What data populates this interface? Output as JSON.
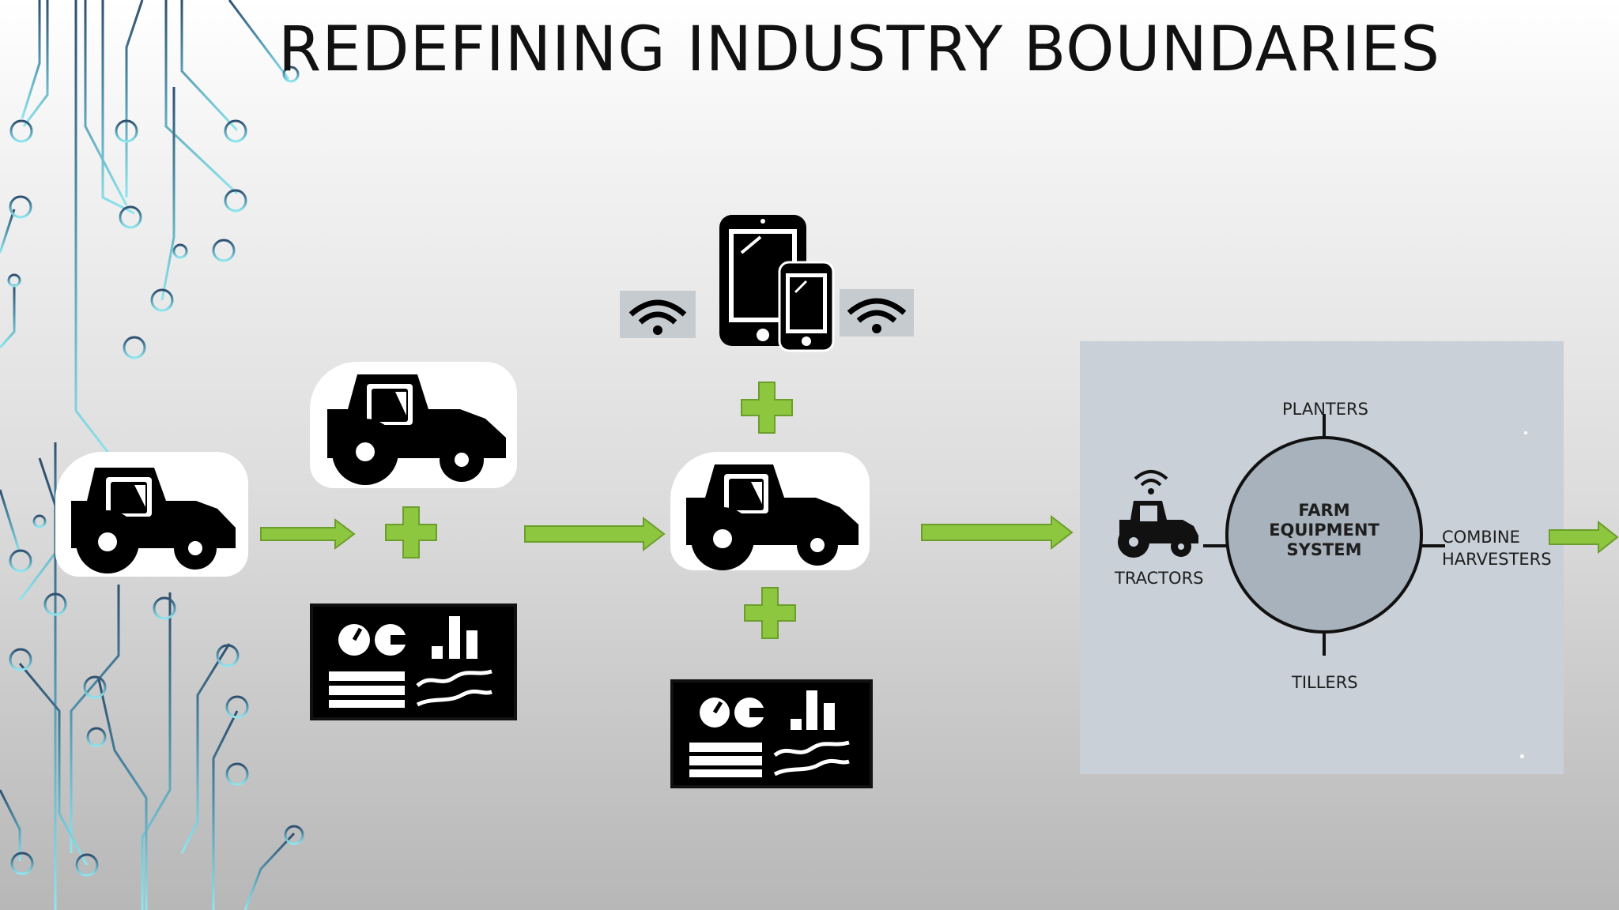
{
  "slide": {
    "title": "REDEFINING INDUSTRY BOUNDARIES",
    "colors": {
      "arrow_green": "#8dc63f",
      "plus_green": "#8dc63f",
      "panel_bg": "#c9d0d8",
      "circle_fill": "#a8b2bc"
    }
  },
  "flow": [
    {
      "stage": "tractor",
      "icon": "tractor-icon"
    },
    {
      "stage": "tractor + dashboard",
      "icons": [
        "tractor-icon",
        "plus-icon",
        "dashboard-icon"
      ]
    },
    {
      "stage": "mobile + tractor + dashboard",
      "icons": [
        "wifi-icon",
        "tablet-phone-icon",
        "plus-icon",
        "tractor-icon",
        "dashboard-icon"
      ]
    },
    {
      "stage": "farm equipment system",
      "icon": "system-diagram"
    }
  ],
  "system_diagram": {
    "center": "FARM\nEQUIPMENT\nSYSTEM",
    "top": "PLANTERS",
    "bottom": "TILLERS",
    "left": "TRACTORS",
    "right_line1": "COMBINE",
    "right_line2": "HARVESTERS"
  }
}
